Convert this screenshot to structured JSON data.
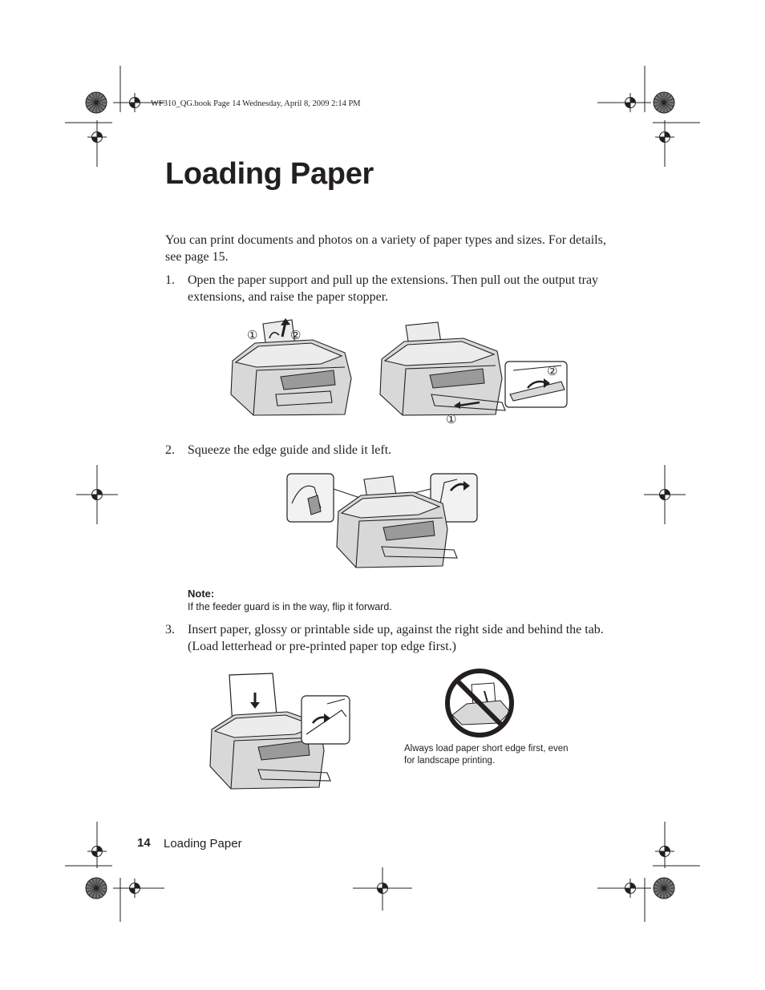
{
  "slug_line": "WF310_QG.book  Page 14  Wednesday, April 8, 2009  2:14 PM",
  "title": "Loading Paper",
  "intro": "You can print documents and photos on a variety of paper types and sizes. For details, see page 15.",
  "steps": [
    {
      "num": "1.",
      "text": "Open the paper support and pull up the extensions. Then pull out the output tray extensions, and raise the paper stopper."
    },
    {
      "num": "2.",
      "text": "Squeeze the edge guide and slide it left."
    },
    {
      "num": "3.",
      "text": "Insert paper, glossy or printable side up, against the right side and behind the tab. (Load letterhead or pre-printed paper top edge first.)"
    }
  ],
  "callouts": {
    "one": "①",
    "two": "②"
  },
  "note": {
    "label": "Note:",
    "text": "If the feeder guard is in the way, flip it forward."
  },
  "caption": "Always load paper short edge first, even for landscape printing.",
  "footer": {
    "page_number": "14",
    "section": "Loading Paper"
  }
}
